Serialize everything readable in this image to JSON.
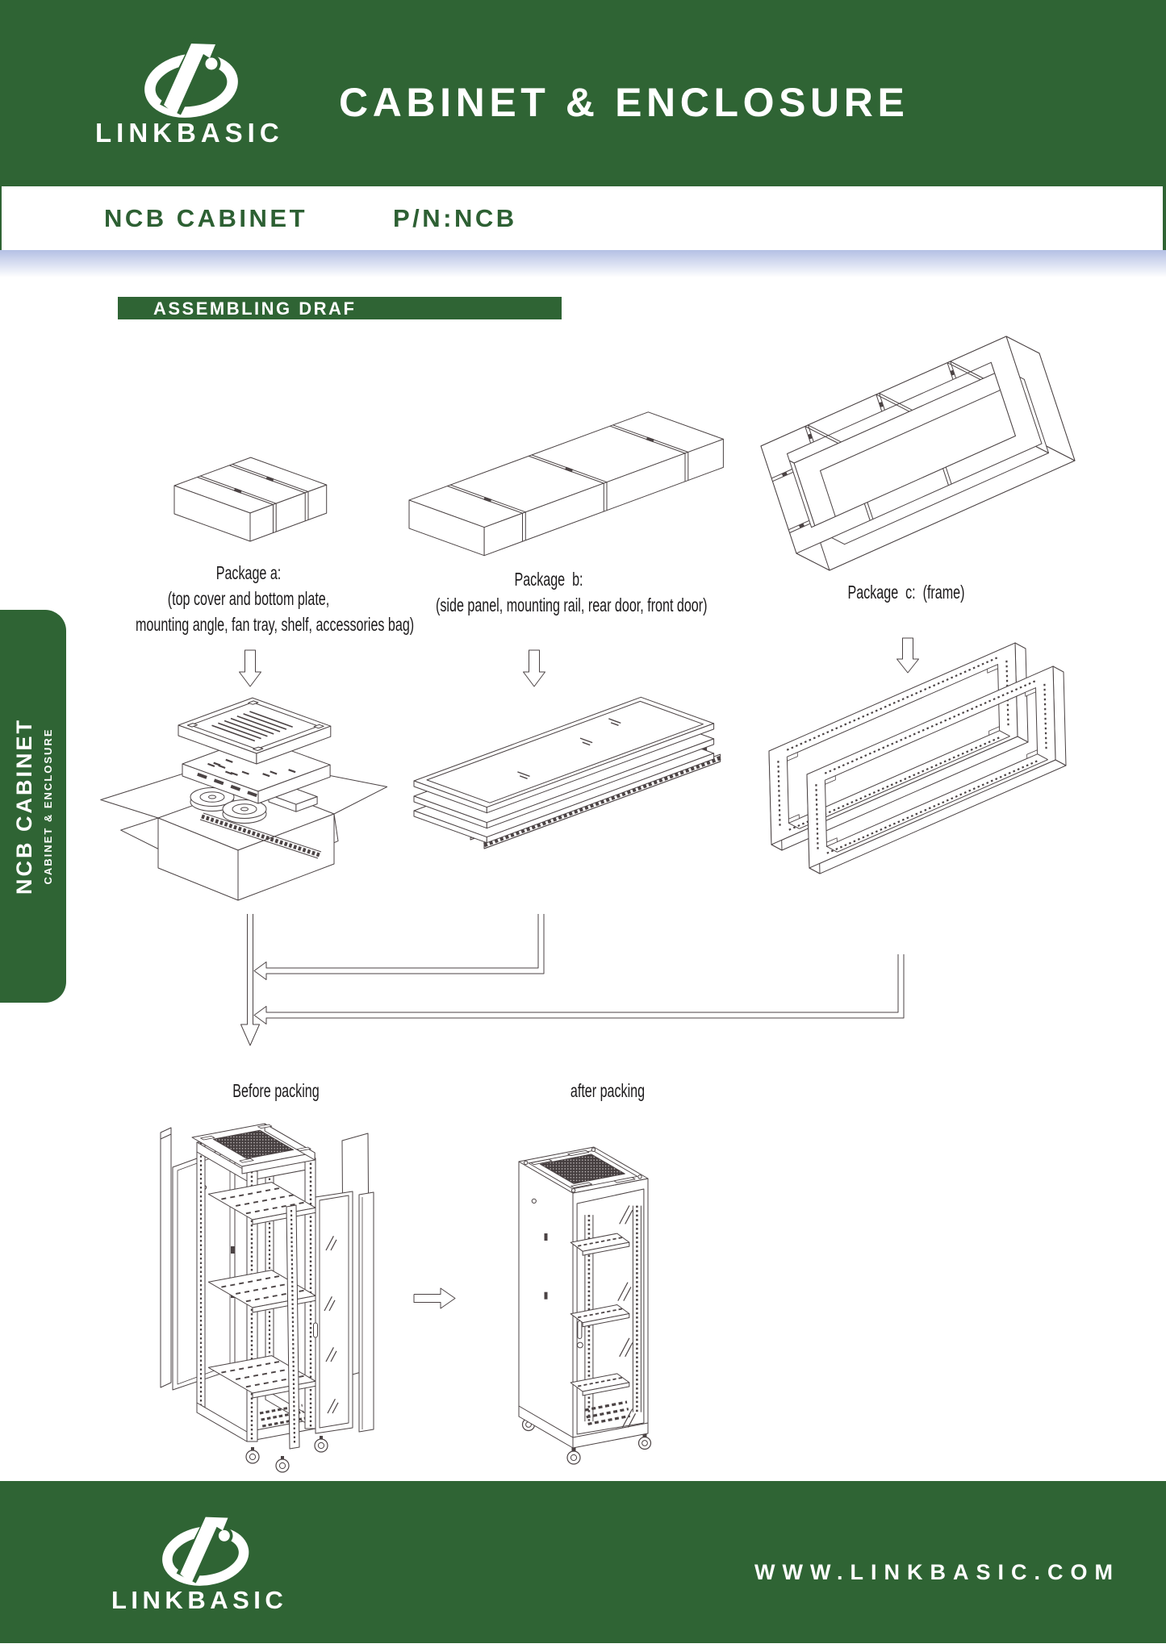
{
  "header": {
    "brand": "LINKBASIC",
    "title": "CABINET & ENCLOSURE",
    "product": "NCB CABINET",
    "part_number": "P/N:NCB"
  },
  "sidebar": {
    "line1": "NCB CABINET",
    "line2": "CABINET & ENCLOSURE"
  },
  "section": {
    "title": "ASSEMBLING DRAF"
  },
  "packages": [
    {
      "name": "Package a:",
      "desc1": "(top cover and bottom plate,",
      "desc2": "mounting angle, fan tray, shelf, accessories bag)"
    },
    {
      "name": "Package  b:",
      "desc1": "(side panel, mounting rail, rear door, front door)",
      "desc2": ""
    },
    {
      "name": "Package  c:  (frame)",
      "desc1": "",
      "desc2": ""
    }
  ],
  "flow": {
    "before_label": "Before packing",
    "after_label": "after packing"
  },
  "footer": {
    "brand": "LINKBASIC",
    "website": "WWW.LINKBASIC.COM"
  },
  "colors": {
    "brand_green": "#2f6434",
    "ink": "#4b4344",
    "shadow_blue": "#b7c2e6"
  }
}
